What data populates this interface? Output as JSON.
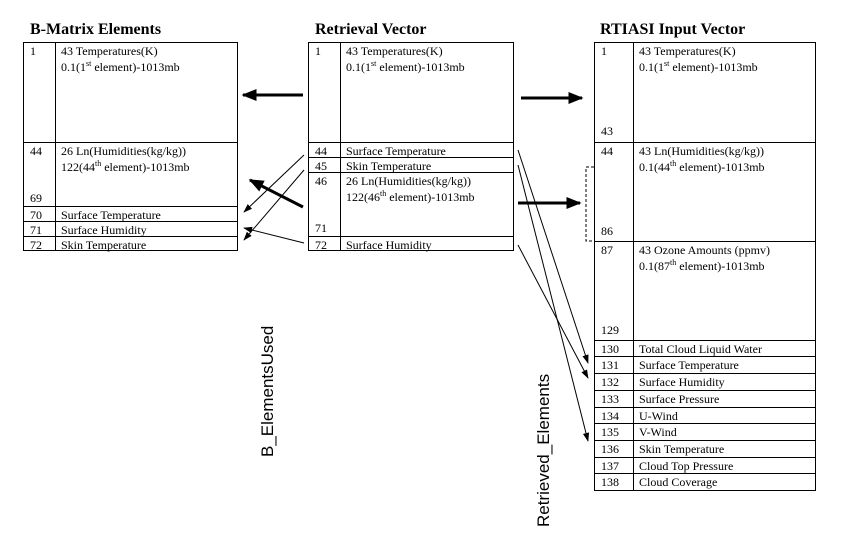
{
  "headings": {
    "bmatrix": "B-Matrix Elements",
    "retrieval": "Retrieval Vector",
    "rtiasi": "RTIASI Input Vector"
  },
  "bmatrix": {
    "r1_idx": "1",
    "r1_l1": "43 Temperatures(K)",
    "r1_l2a": "0.1(1",
    "r1_l2sup": "st",
    "r1_l2b": " element)-1013mb",
    "r44_idx": "44",
    "r44_l1": "26 Ln(Humidities(kg/kg))",
    "r44_l2a": "122(44",
    "r44_l2sup": "th",
    "r44_l2b": " element)-1013mb",
    "r69_idx": "69",
    "r70_idx": "70",
    "r70_label": "Surface Temperature",
    "r71_idx": "71",
    "r71_label": "Surface Humidity",
    "r72_idx": "72",
    "r72_label": "Skin Temperature"
  },
  "retrieval": {
    "r1_idx": "1",
    "r1_l1": "43 Temperatures(K)",
    "r1_l2a": "0.1(1",
    "r1_l2sup": "st",
    "r1_l2b": " element)-1013mb",
    "r44_idx": "44",
    "r44_label": "Surface Temperature",
    "r45_idx": "45",
    "r45_label": "Skin Temperature",
    "r46_idx": "46",
    "r46_l1": "26 Ln(Humidities(kg/kg))",
    "r46_l2a": "122(46",
    "r46_l2sup": "th",
    "r46_l2b": " element)-1013mb",
    "r71_idx": "71",
    "r72_idx": "72",
    "r72_label": "Surface Humidity"
  },
  "rtiasi": {
    "r1_idx": "1",
    "r1_l1": "43 Temperatures(K)",
    "r1_l2a": "0.1(1",
    "r1_l2sup": "st",
    "r1_l2b": " element)-1013mb",
    "r43_idx": "43",
    "r44_idx": "44",
    "r44_l1": "43 Ln(Humidities(kg/kg))",
    "r44_l2a": "0.1(44",
    "r44_l2sup": "th",
    "r44_l2b": " element)-1013mb",
    "r86_idx": "86",
    "r87_idx": "87",
    "r87_l1": "43 Ozone Amounts (ppmv)",
    "r87_l2a": "0.1(87",
    "r87_l2sup": "th",
    "r87_l2b": " element)-1013mb",
    "r129_idx": "129",
    "singles": [
      {
        "idx": "130",
        "label": "Total Cloud Liquid Water"
      },
      {
        "idx": "131",
        "label": "Surface Temperature"
      },
      {
        "idx": "132",
        "label": "Surface Humidity"
      },
      {
        "idx": "133",
        "label": "Surface Pressure"
      },
      {
        "idx": "134",
        "label": "U-Wind"
      },
      {
        "idx": "135",
        "label": "V-Wind"
      },
      {
        "idx": "136",
        "label": "Skin Temperature"
      },
      {
        "idx": "137",
        "label": "Cloud Top Pressure"
      },
      {
        "idx": "138",
        "label": "Cloud Coverage"
      }
    ]
  },
  "labels": {
    "b_used": "B_ElementsUsed",
    "retrieved": "Retrieved_Elements"
  }
}
